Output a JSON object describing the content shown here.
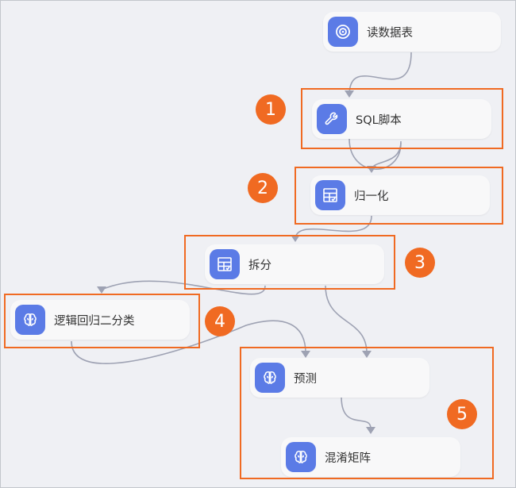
{
  "nodes": {
    "read_table": {
      "label": "读数据表",
      "icon": "table-source-icon"
    },
    "sql_script": {
      "label": "SQL脚本",
      "icon": "wrench-icon"
    },
    "normalize": {
      "label": "归一化",
      "icon": "data-process-icon"
    },
    "split": {
      "label": "拆分",
      "icon": "data-process-icon"
    },
    "logistic_regression": {
      "label": "逻辑回归二分类",
      "icon": "brain-icon"
    },
    "predict": {
      "label": "预测",
      "icon": "brain-icon"
    },
    "confusion_matrix": {
      "label": "混淆矩阵",
      "icon": "brain-icon"
    }
  },
  "badges": [
    "1",
    "2",
    "3",
    "4",
    "5"
  ],
  "colors": {
    "highlight": "#f06a22",
    "icon_bg": "#5b7be6",
    "wire": "#9ea2b3",
    "background": "#eff0f4"
  }
}
